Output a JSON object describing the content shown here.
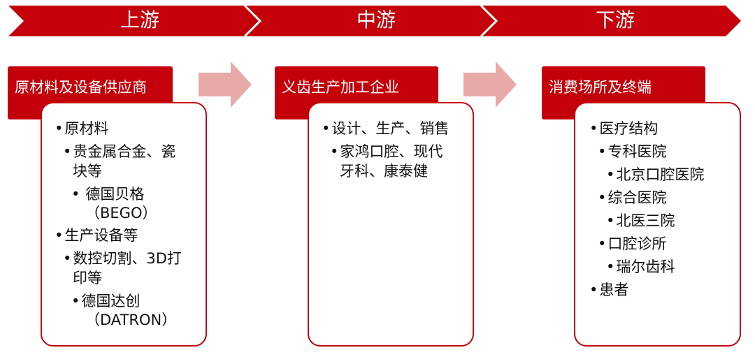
{
  "colors": {
    "primary_red": "#c4000b",
    "arrow_pink": "#e8a9a9"
  },
  "stages": {
    "upstream": "上游",
    "midstream": "中游",
    "downstream": "下游"
  },
  "upstream": {
    "header": "原材料及设备供应商",
    "items": {
      "raw_materials": "原材料",
      "precious_alloys_1": "贵金属合金、瓷",
      "precious_alloys_2": "块等",
      "bego_1": "德国贝格",
      "bego_2": "（BEGO）",
      "equipment": "生产设备等",
      "cnc_1": "数控切割、3D打",
      "cnc_2": "印等",
      "datron_1": "德国达创",
      "datron_2": "（DATRON）"
    }
  },
  "midstream": {
    "header": "义齿生产加工企业",
    "items": {
      "design": "设计、生产、销售",
      "companies_1": "家鸿口腔、现代",
      "companies_2": "牙科、康泰健"
    }
  },
  "downstream": {
    "header": "消费场所及终端",
    "items": {
      "medical": "医疗结构",
      "specialty": "专科医院",
      "beijing_dental": "北京口腔医院",
      "general": "综合医院",
      "pku3": "北医三院",
      "clinic": "口腔诊所",
      "ruier": "瑞尔齿科",
      "patients": "患者"
    }
  }
}
